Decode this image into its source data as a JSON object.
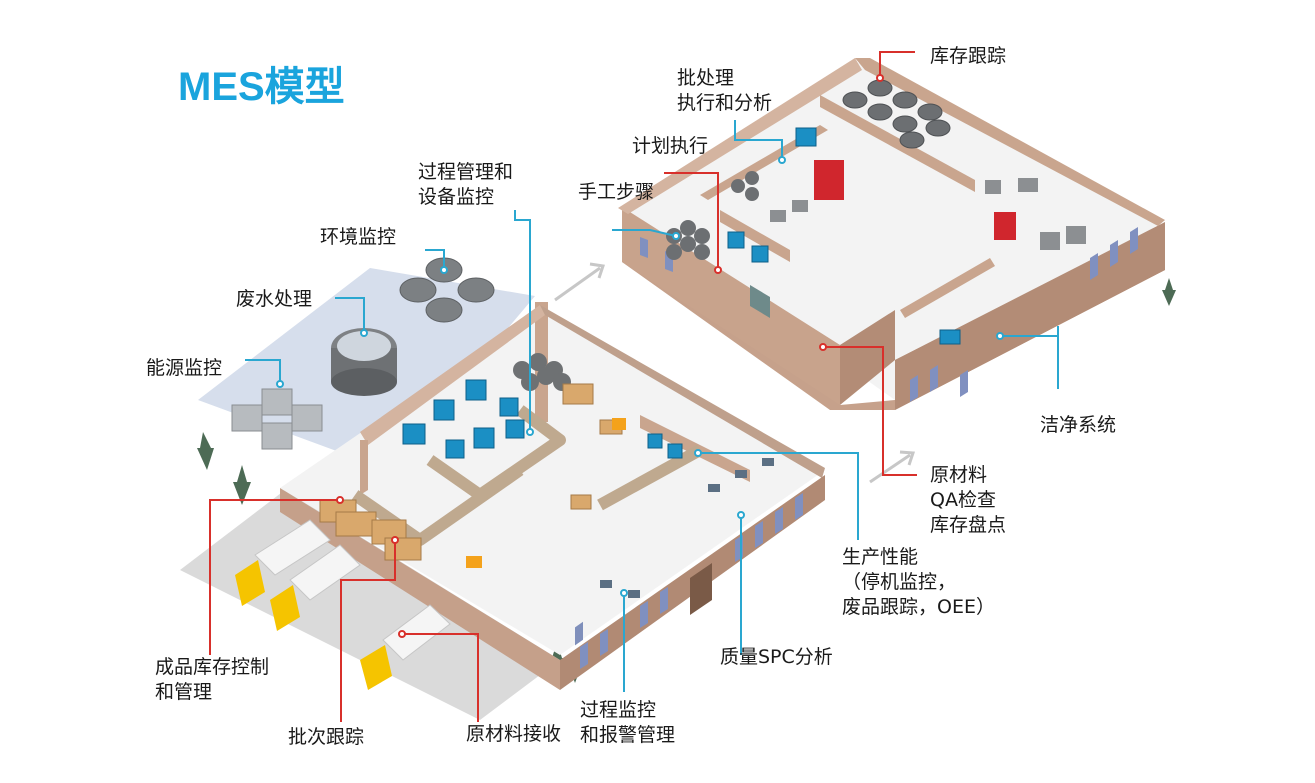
{
  "title": "MES模型",
  "labels": {
    "inventory_tracking": "库存跟踪",
    "batch_exec": "批处理\n执行和分析",
    "plan_exec": "计划执行",
    "manual_steps": "手工步骤",
    "process_equipment": "过程管理和\n设备监控",
    "env_monitor": "环境监控",
    "wastewater": "废水处理",
    "energy_monitor": "能源监控",
    "clean_system": "洁净系统",
    "raw_qa": "原材料\nQA检查\n库存盘点",
    "production_perf": "生产性能\n（停机监控，\n废品跟踪，OEE）",
    "quality_spc": "质量SPC分析",
    "finished_inventory": "成品库存控制\n和管理",
    "batch_tracking": "批次跟踪",
    "raw_receive": "原材料接收",
    "process_alarm": "过程监控\n和报警管理"
  },
  "colors": {
    "title": "#1aa4dd",
    "cyan_line": "#2aa7d0",
    "red_line": "#d8302b",
    "wall": "#c9a58e",
    "floor": "#f2f2f2",
    "equipment_blue": "#1b8fc4",
    "tank_gray": "#8d8f91",
    "yard": "#d3dbe9"
  }
}
